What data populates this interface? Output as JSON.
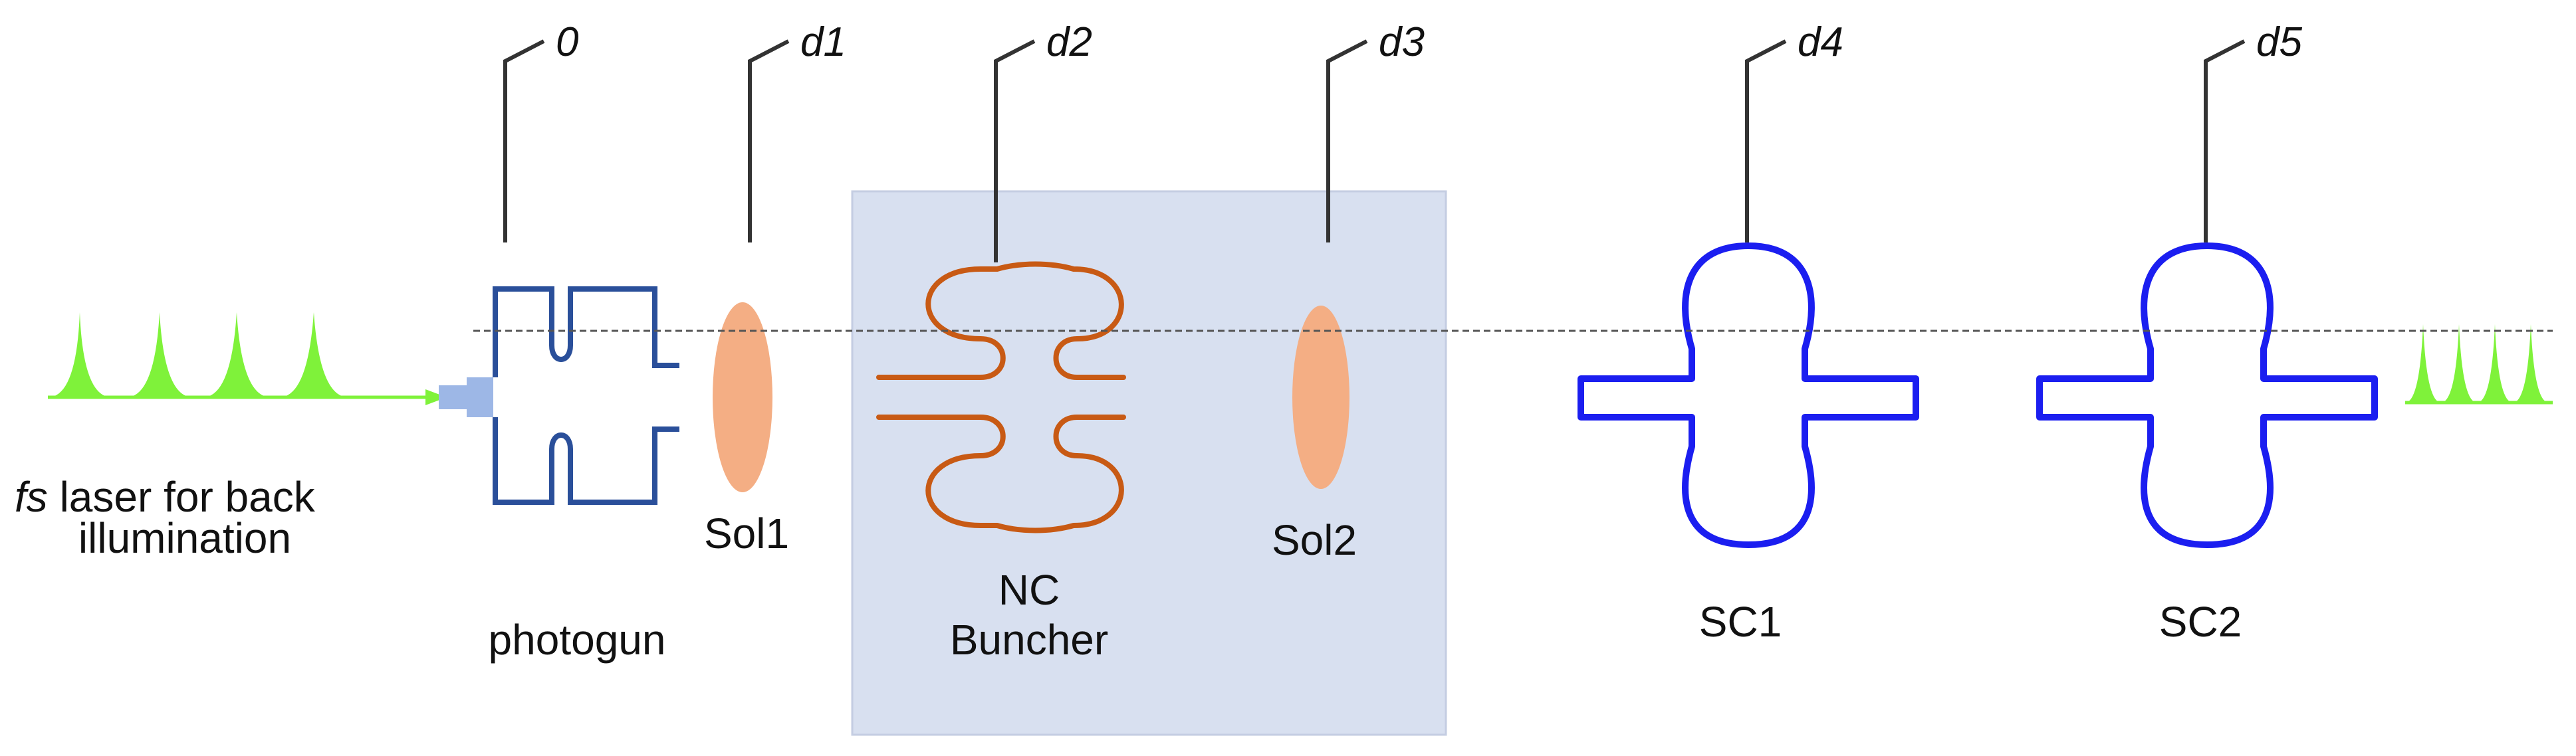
{
  "colors": {
    "background": "#ffffff",
    "shade_box": "#d8e0f0",
    "shade_border": "#c4cde2",
    "laser_green": "#7ff23a",
    "gun_outline": "#2a4f9a",
    "gun_plug": "#9db7e6",
    "solenoid": "#f4ae84",
    "buncher_outline": "#c85a14",
    "sc_outline": "#1b1ef0",
    "leader_line": "#333333",
    "beam_axis": "#555555",
    "text": "#111111"
  },
  "tags": {
    "t0": "0",
    "t1": "d1",
    "t2": "d2",
    "t3": "d3",
    "t4": "d4",
    "t5": "d5"
  },
  "labels": {
    "laser_italic": "fs",
    "laser_rest": " laser for back",
    "laser_line2": "illumination",
    "photogun": "photogun",
    "sol1": "Sol1",
    "buncher_line1": "NC",
    "buncher_line2": "Buncher",
    "sol2": "Sol2",
    "sc1": "SC1",
    "sc2": "SC2"
  },
  "icons": {
    "laser_pulses": "green-pulse-icon",
    "output_pulses": "green-pulse-icon",
    "photogun": "photogun-cavity-icon",
    "solenoid": "solenoid-lens-icon",
    "buncher": "buncher-cavity-icon",
    "sc_cavity": "superconducting-cavity-icon"
  }
}
